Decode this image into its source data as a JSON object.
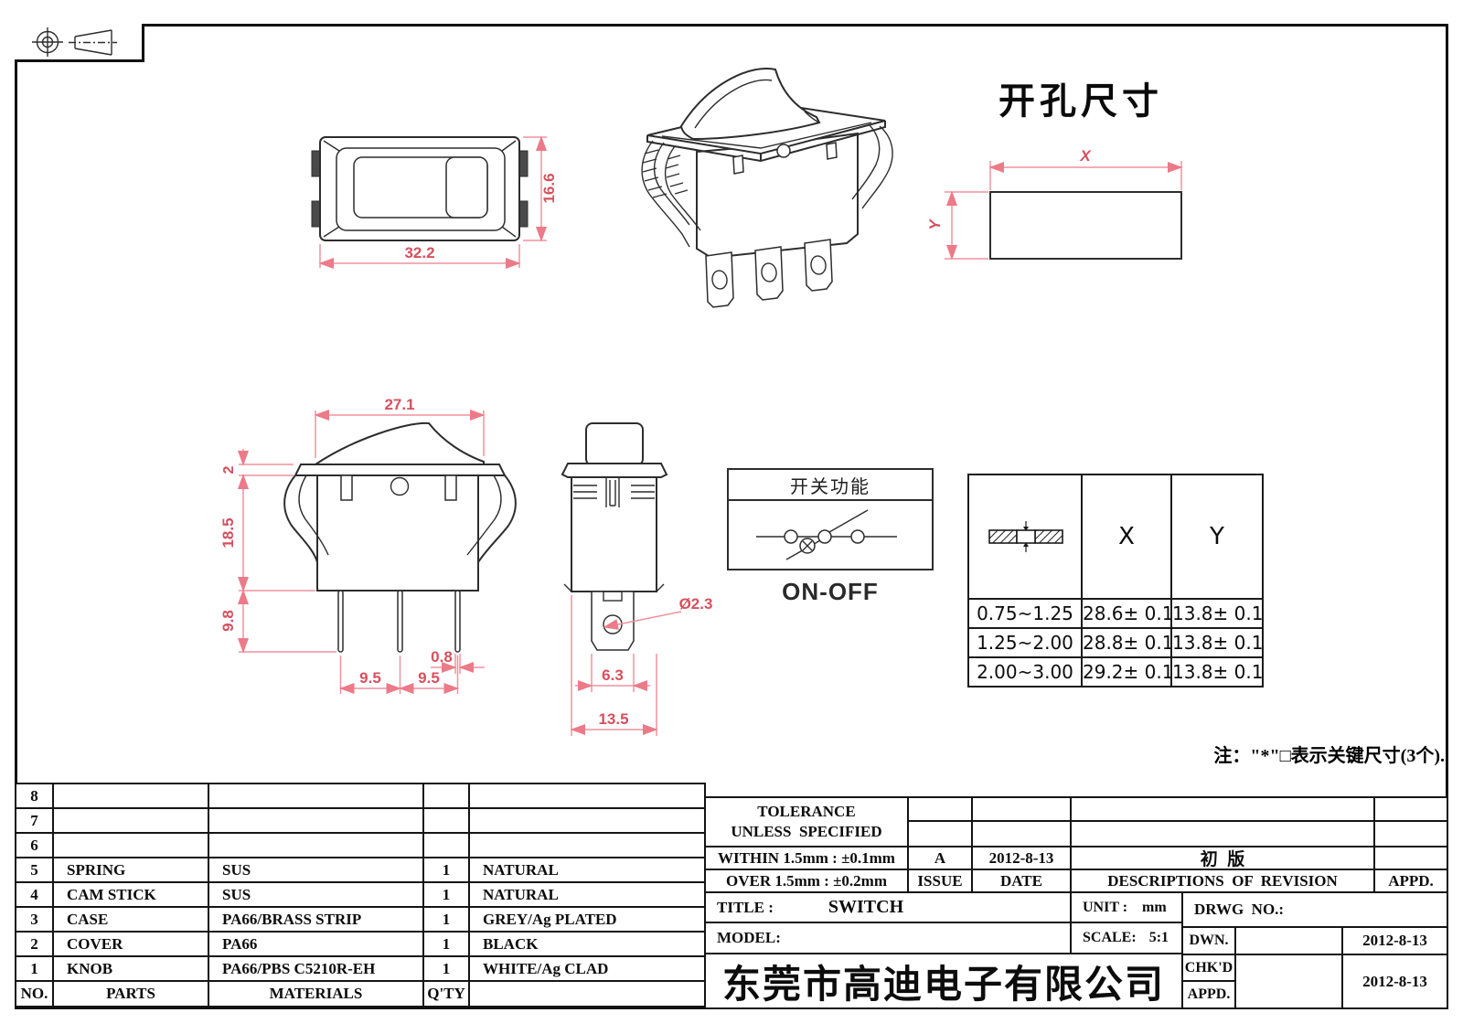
{
  "headings": {
    "cutout_title": "开孔尺寸",
    "note": "注：\"*\"□表示关键尺寸(3个)."
  },
  "icons": {
    "projection": "first-angle-projection-icon"
  },
  "dims": {
    "front_width": "32.2",
    "front_height": "16.6",
    "side_top_width": "27.1",
    "side_cap_height": "2",
    "side_body_height": "18.5",
    "side_terminal_length": "9.8",
    "side_pitch_a": "9.5",
    "side_pitch_b": "9.5",
    "side_terminal_thickness": "0.8",
    "end_hole_dia": "Ø2.3",
    "end_tab_width": "6.3",
    "end_body_width": "13.5",
    "cutout_x": "X",
    "cutout_y": "Y"
  },
  "function_box": {
    "title": "开关功能",
    "mode": "ON-OFF"
  },
  "xy_table": {
    "col_x": "X",
    "col_y": "Y",
    "rows": [
      {
        "thickness": "0.75~1.25",
        "x": "28.6± 0.1",
        "y": "13.8± 0.1"
      },
      {
        "thickness": "1.25~2.00",
        "x": "28.8± 0.1",
        "y": "13.8± 0.1"
      },
      {
        "thickness": "2.00~3.00",
        "x": "29.2± 0.1",
        "y": "13.8± 0.1"
      }
    ]
  },
  "parts_table": {
    "header": {
      "no": "NO.",
      "parts": "PARTS",
      "materials": "MATERIALS",
      "qty": "Q'TY",
      "finish": ""
    },
    "rows": [
      {
        "no": "8",
        "parts": "",
        "materials": "",
        "qty": "",
        "finish": ""
      },
      {
        "no": "7",
        "parts": "",
        "materials": "",
        "qty": "",
        "finish": ""
      },
      {
        "no": "6",
        "parts": "",
        "materials": "",
        "qty": "",
        "finish": ""
      },
      {
        "no": "5",
        "parts": "SPRING",
        "materials": "SUS",
        "qty": "1",
        "finish": "NATURAL"
      },
      {
        "no": "4",
        "parts": "CAM STICK",
        "materials": "SUS",
        "qty": "1",
        "finish": "NATURAL"
      },
      {
        "no": "3",
        "parts": "CASE",
        "materials": "PA66/BRASS STRIP",
        "qty": "1",
        "finish": "GREY/Ag PLATED"
      },
      {
        "no": "2",
        "parts": "COVER",
        "materials": "PA66",
        "qty": "1",
        "finish": "BLACK"
      },
      {
        "no": "1",
        "parts": "KNOB",
        "materials": "PA66/PBS C5210R-EH",
        "qty": "1",
        "finish": "WHITE/Ag CLAD"
      }
    ]
  },
  "title_block": {
    "tolerance_line1": "TOLERANCE",
    "tolerance_line2": "UNLESS  SPECIFIED",
    "within": "WITHIN 1.5mm : ±0.1mm",
    "over": "OVER 1.5mm : ±0.2mm",
    "issue_value": "A",
    "issue_label": "ISSUE",
    "date_value": "2012-8-13",
    "date_label": "DATE",
    "revision_desc": "初  版",
    "revision_label": "DESCRIPTIONS  OF  REVISION",
    "appd_label": "APPD.",
    "title_label": "TITLE :",
    "title_value": "SWITCH",
    "unit_label": "UNIT :",
    "unit_value": "mm",
    "drwg_label": "DRWG  NO.:",
    "model_label": "MODEL:",
    "scale_label": "SCALE:",
    "scale_value": "5:1",
    "company": "东莞市高迪电子有限公司",
    "dwn_label": "DWN.",
    "dwn_date": "2012-8-13",
    "chkd_label": "CHK'D",
    "chkd_date": "2012-8-13",
    "appd_row_label": "APPD."
  }
}
